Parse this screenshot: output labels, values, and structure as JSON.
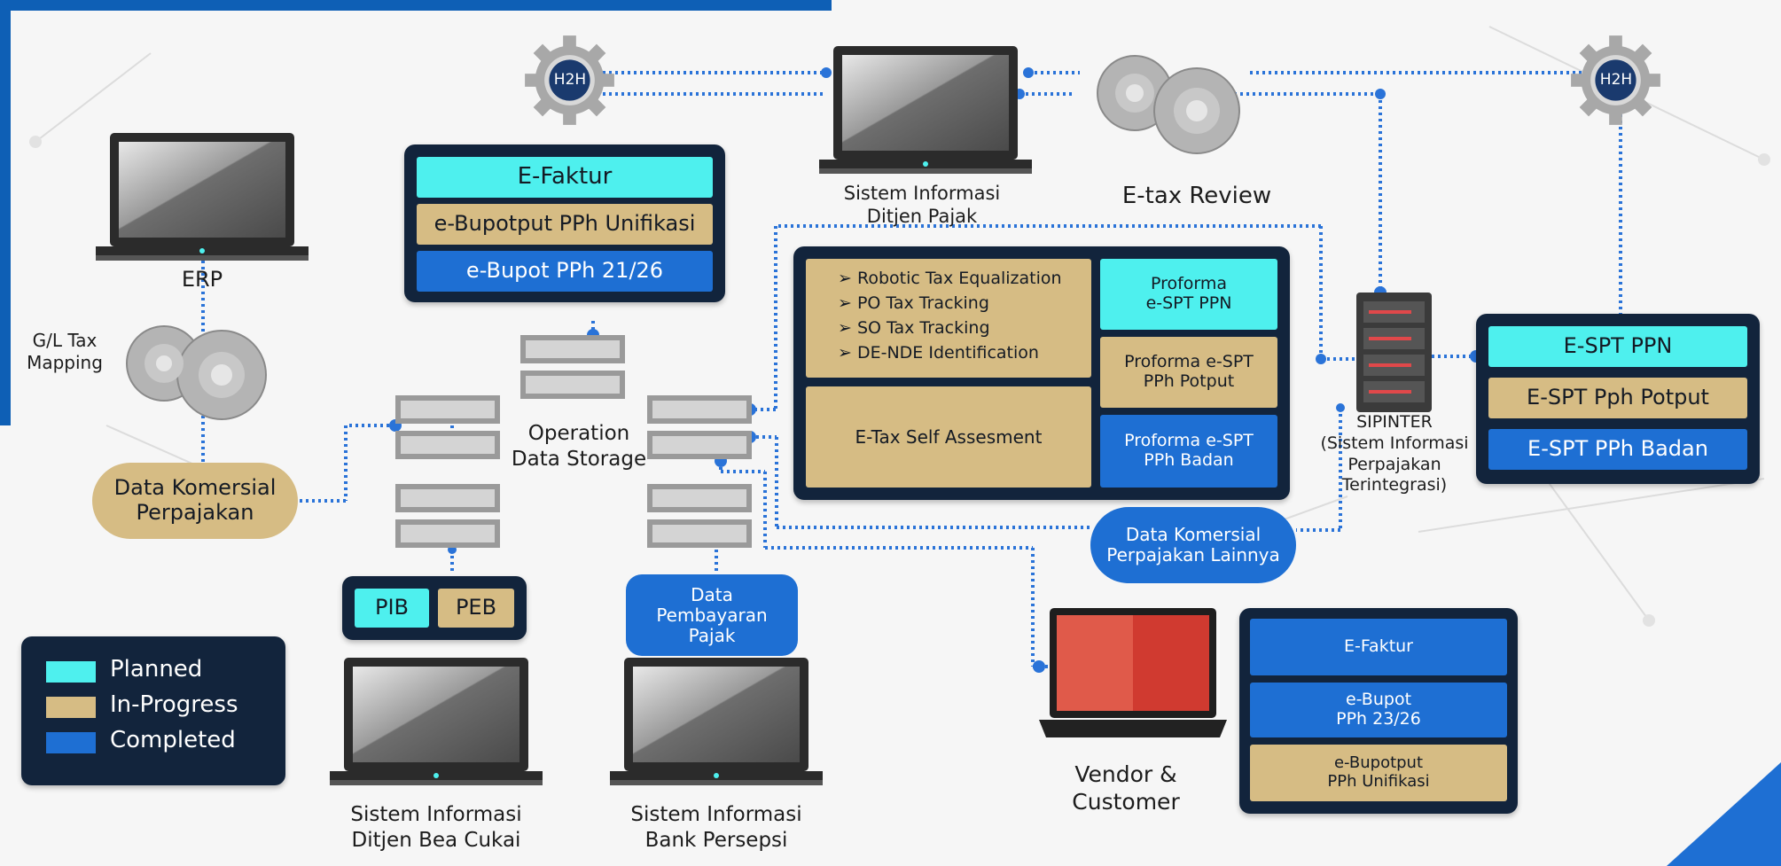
{
  "colors": {
    "planned": "#4ef0ee",
    "in_progress": "#d6bc84",
    "completed": "#1e6fd3",
    "panel": "#12243c",
    "connector": "#2a73d8",
    "header_bar": "#0e5fb5"
  },
  "icons": [
    "laptop-icon",
    "gear-icon",
    "server-icon",
    "sipinter-server-icon",
    "h2h-gear-icon"
  ],
  "erp": {
    "label": "ERP",
    "gear_label": "G/L Tax\nMapping"
  },
  "data_komersial": "Data Komersial\nPerpajakan",
  "h2h_label": "H2H",
  "top_panel": {
    "efaktur": "E-Faktur",
    "ebupotput": "e-Bupotput PPh Unifikasi",
    "ebupot": "e-Bupot PPh 21/26"
  },
  "sidjp": "Sistem Informasi\nDitjen Pajak",
  "etax_review": "E-tax Review",
  "ods": "Operation\nData Storage",
  "center_panel": {
    "bullets": [
      "Robotic Tax Equalization",
      "PO Tax Tracking",
      "SO Tax Tracking",
      "DE-NDE Identification"
    ],
    "self_assessment": "E-Tax Self Assesment",
    "proforma_ppn": "Proforma\ne-SPT PPN",
    "proforma_potput": "Proforma e-SPT\nPPh Potput",
    "proforma_badan": "Proforma e-SPT\nPPh Badan"
  },
  "sipinter": "SIPINTER\n(Sistem Informasi\nPerpajakan\nTerintegrasi)",
  "espt_panel": {
    "ppn": "E-SPT PPN",
    "potput": "E-SPT Pph Potput",
    "badan": "E-SPT PPh Badan"
  },
  "data_lainnya": "Data Komersial\nPerpajakan Lainnya",
  "pib": "PIB",
  "peb": "PEB",
  "data_pembayaran": "Data\nPembayaran\nPajak",
  "legend": {
    "planned": "Planned",
    "in_progress": "In-Progress",
    "completed": "Completed"
  },
  "sibc": "Sistem Informasi\nDitjen Bea Cukai",
  "sibp": "Sistem Informasi\nBank Persepsi",
  "vendor": "Vendor &\nCustomer",
  "vendor_panel": {
    "efaktur": "E-Faktur",
    "ebupot": "e-Bupot\nPPh 23/26",
    "ebupotput": "e-Bupotput\nPPh Unifikasi"
  }
}
